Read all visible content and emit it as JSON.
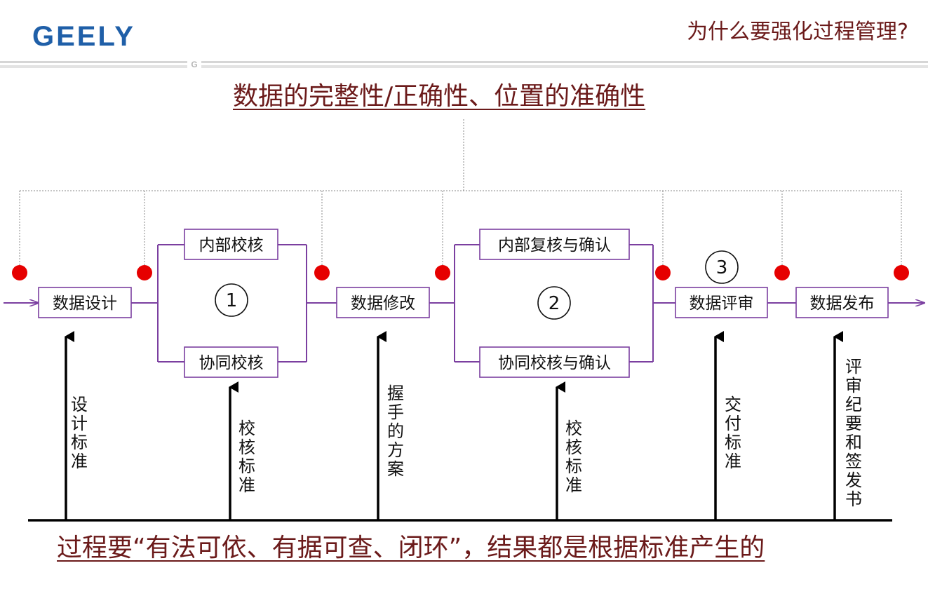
{
  "header": {
    "logo": "GEELY",
    "title": "为什么要强化过程管理?",
    "divider_mark": "G"
  },
  "diagram": {
    "top_heading": "数据的完整性/正确性、位置的准确性",
    "bottom_heading": "过程要“有法可依、有据可查、闭环”，结果都是根据标准产生的",
    "boxes": {
      "design": "数据设计",
      "internal_check": "内部校核",
      "joint_check": "协同校核",
      "modify": "数据修改",
      "internal_recheck": "内部复核与确认",
      "joint_check_confirm": "协同校核与确认",
      "review": "数据评审",
      "release": "数据发布"
    },
    "step_numbers": [
      "1",
      "2",
      "3"
    ],
    "inputs": [
      "设计标准",
      "校核标准",
      "握手的方案",
      "校核标准",
      "交付标准",
      "评审纪要和签发书"
    ]
  },
  "colors": {
    "flow_line": "#7b3fa0",
    "marker": "#e60000",
    "heading": "#6b1a1a",
    "logo": "#1f5fa8"
  }
}
